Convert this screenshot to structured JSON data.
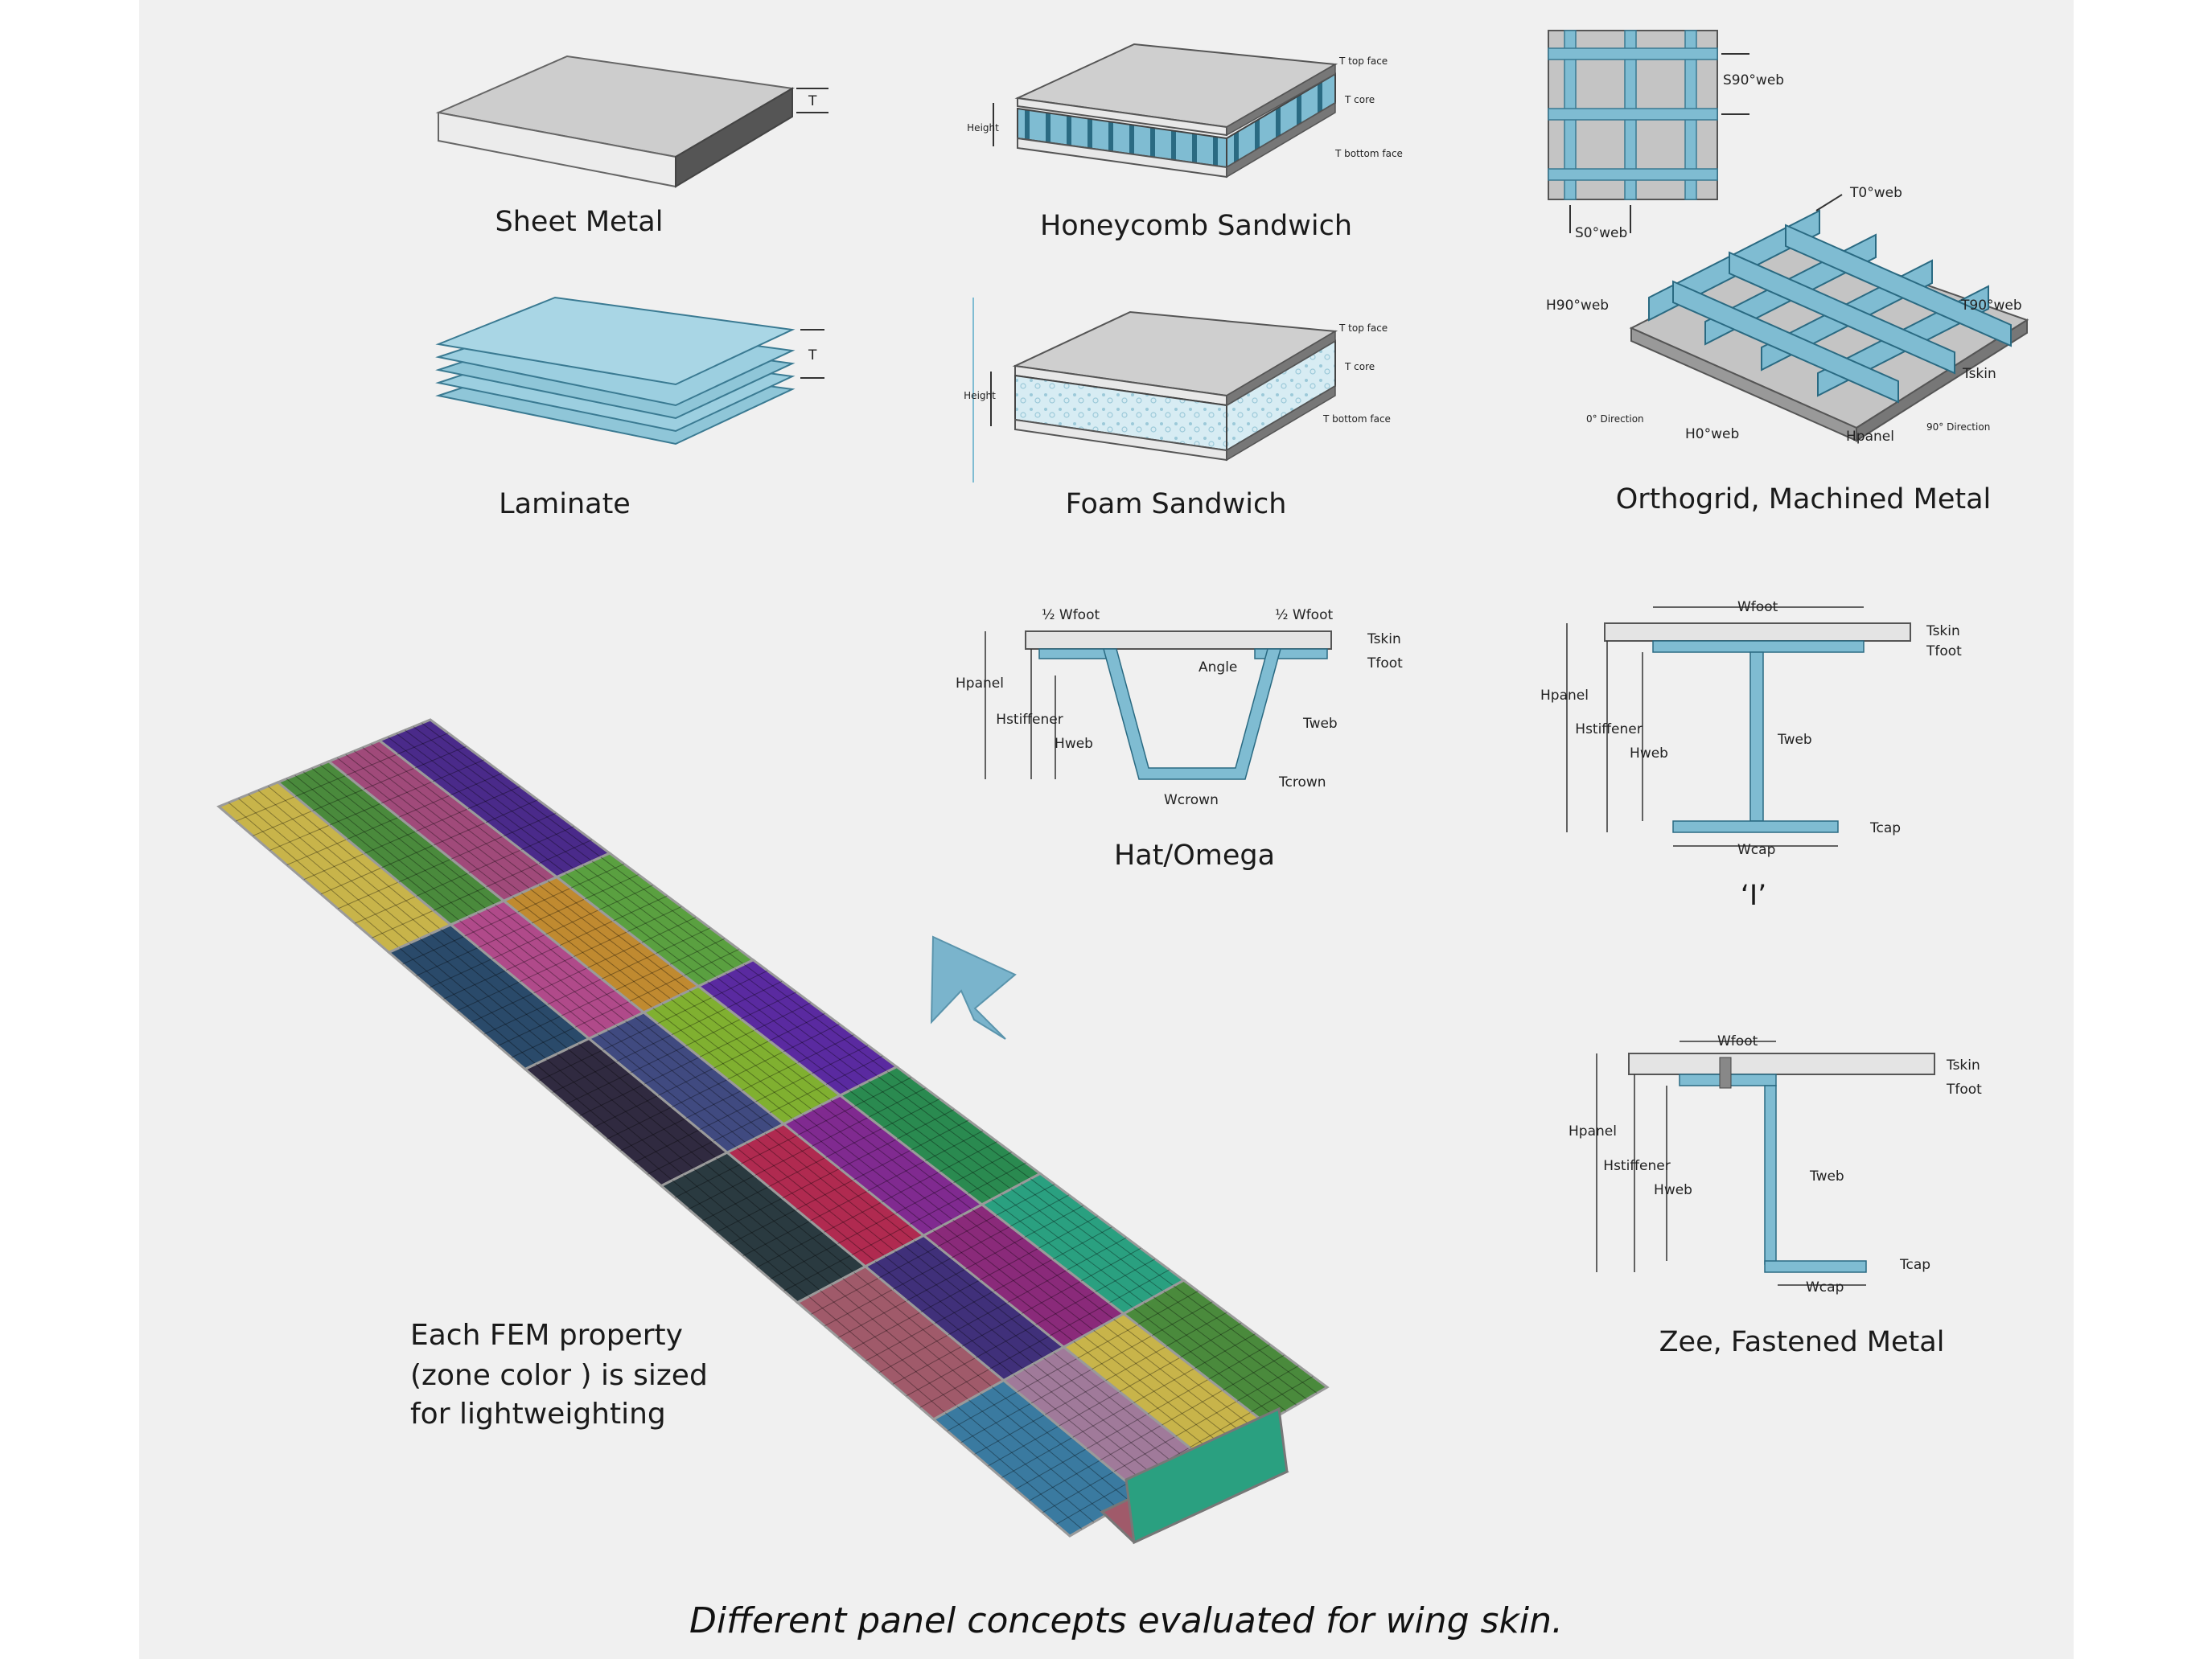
{
  "labels": {
    "sheet_metal": "Sheet Metal",
    "honeycomb": "Honeycomb Sandwich",
    "laminate": "Laminate",
    "foam": "Foam Sandwich",
    "orthogrid": "Orthogrid, Machined Metal",
    "hat": "Hat/Omega",
    "i_section": "‘I’",
    "zee": "Zee, Fastened Metal"
  },
  "note_lines": [
    "Each FEM property",
    "(zone color ) is sized",
    "for lightweighting"
  ],
  "caption": "Different panel concepts evaluated for wing skin.",
  "dims": {
    "T": "T",
    "height": "Height",
    "t_top_face": "T top face",
    "t_core": "T core",
    "t_bottom_face": "T bottom face",
    "s90": "S90°web",
    "s0": "S0°web",
    "t0": "T0°web",
    "t90": "T90°web",
    "h90": "H90°web",
    "h0": "H0°web",
    "tskin": "Tskin",
    "hpanel": "Hpanel",
    "dir0": "0° Direction",
    "dir90": "90° Direction",
    "half_wfoot": "½ Wfoot",
    "angle": "Angle",
    "tfoot": "Tfoot",
    "tweb": "Tweb",
    "tcrown": "Tcrown",
    "wcrown": "Wcrown",
    "hstiffener": "Hstiffener",
    "hweb": "Hweb",
    "wfoot": "Wfoot",
    "wcap": "Wcap",
    "tcap": "Tcap"
  },
  "colors": {
    "panel_bg": "#f0f0f0",
    "stiffener_blue": "#7fbcd2",
    "arrow_blue": "#7ab4cc",
    "zone_colors": [
      "#c8b44a",
      "#4a8a3c",
      "#a04a7a",
      "#4a2a8a",
      "#2a4a6a",
      "#b04a8a",
      "#c08a30",
      "#5aa040",
      "#302a40",
      "#404a80",
      "#80b030",
      "#5a2aa0",
      "#2a3a40",
      "#b02a50",
      "#802a90",
      "#2a8a50",
      "#a05a6a",
      "#40307a",
      "#8a2a7a",
      "#2aa080",
      "#3a7aa0",
      "#a07a9a"
    ]
  },
  "icons": {
    "arrow": "arrow-down-left-icon"
  }
}
